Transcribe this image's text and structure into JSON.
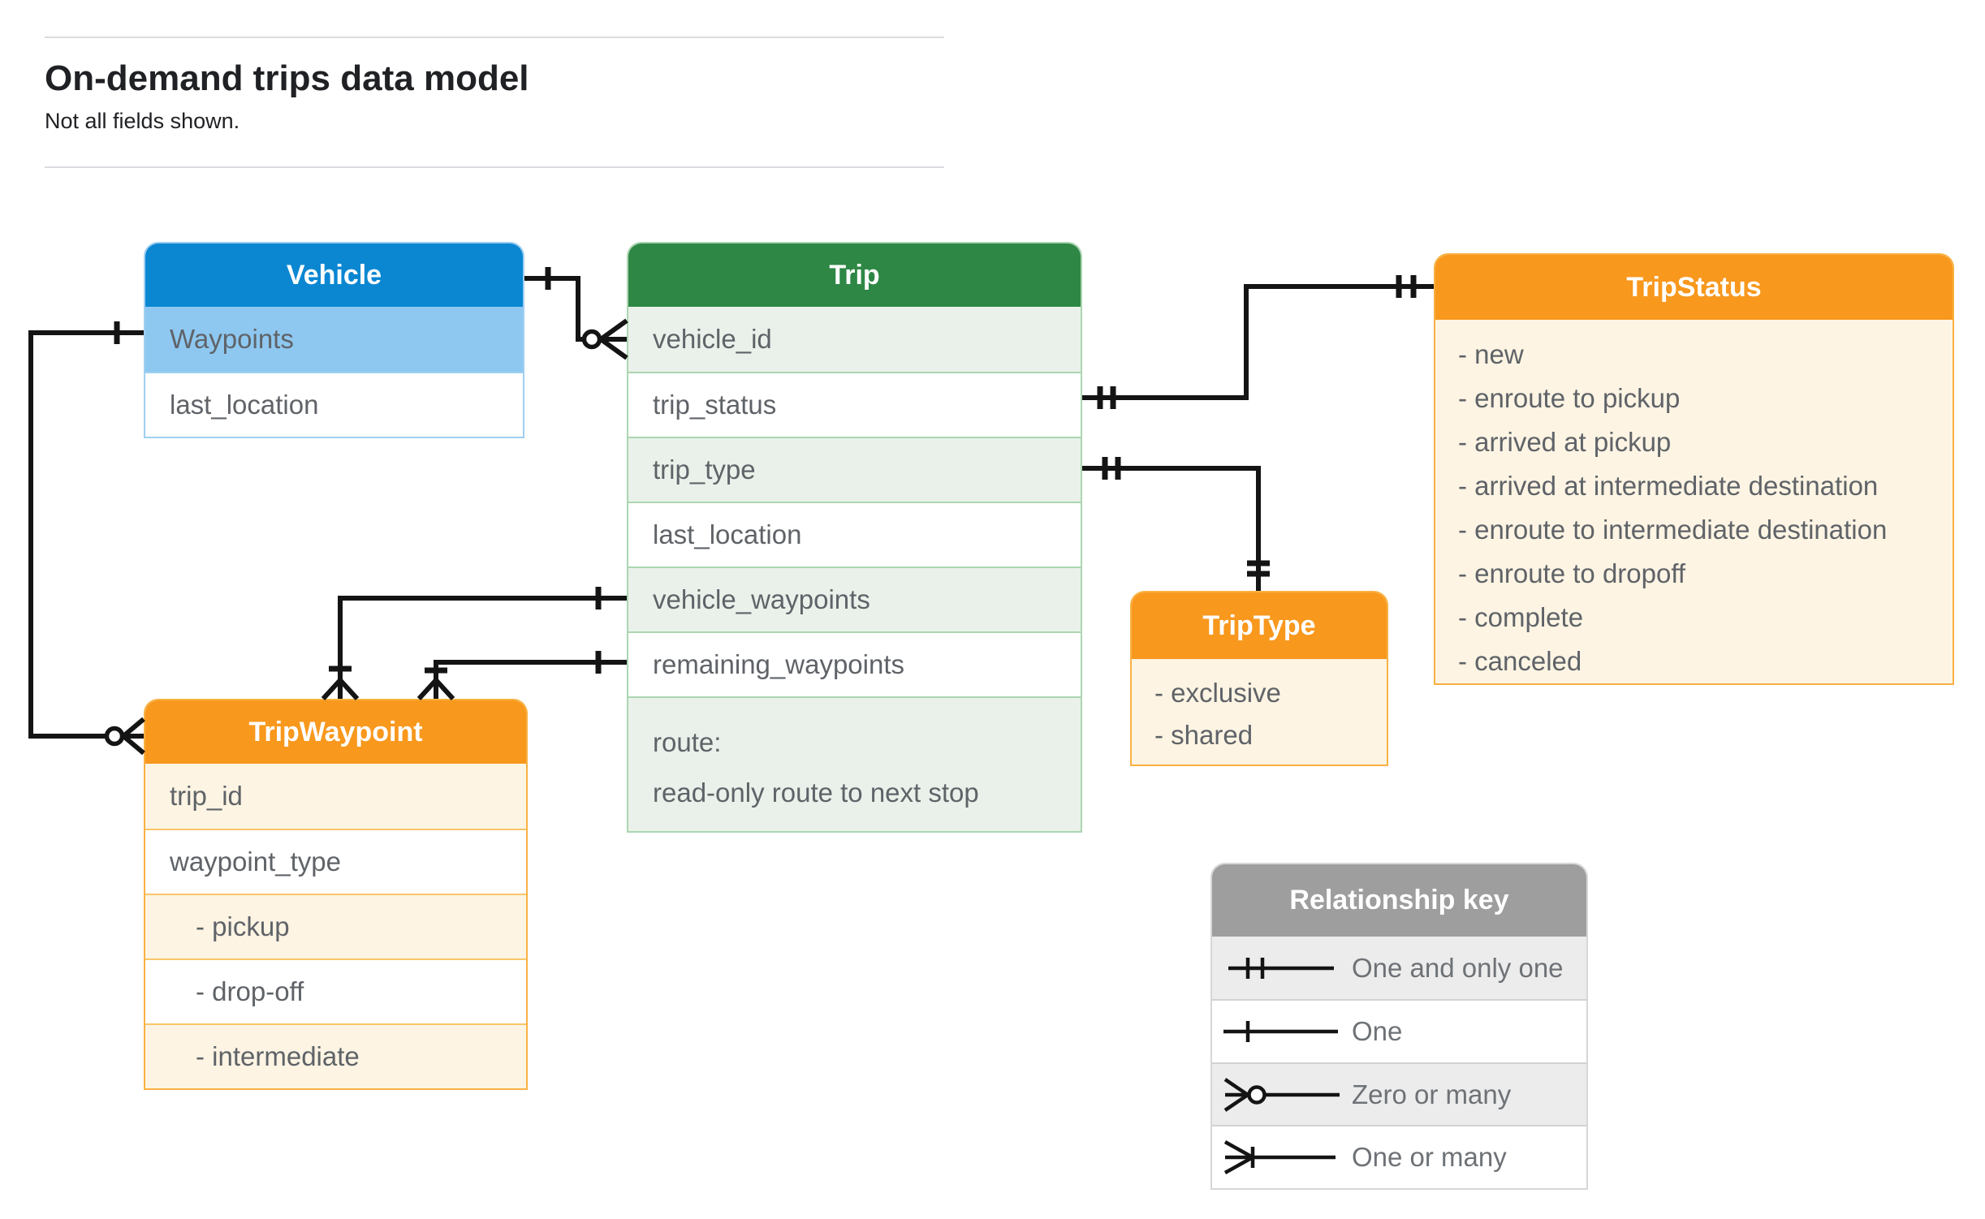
{
  "page": {
    "title": "On-demand trips data model",
    "subtitle": "Not all fields shown."
  },
  "entities": {
    "vehicle": {
      "title": "Vehicle",
      "fields": [
        "Waypoints",
        "last_location"
      ]
    },
    "trip": {
      "title": "Trip",
      "fields": [
        "vehicle_id",
        "trip_status",
        "trip_type",
        "last_location",
        "vehicle_waypoints",
        "remaining_waypoints"
      ],
      "route_field": {
        "name": "route:",
        "description": "read-only route to next stop"
      }
    },
    "trip_status": {
      "title": "TripStatus",
      "values": [
        "- new",
        "- enroute to pickup",
        "- arrived at pickup",
        "- arrived at intermediate destination",
        "- enroute to intermediate destination",
        "- enroute to dropoff",
        "- complete",
        "- canceled"
      ]
    },
    "trip_type": {
      "title": "TripType",
      "values": [
        "- exclusive",
        "- shared"
      ]
    },
    "trip_waypoint": {
      "title": "TripWaypoint",
      "fields": [
        "trip_id",
        "waypoint_type"
      ],
      "values": [
        "- pickup",
        "- drop-off",
        "- intermediate"
      ]
    }
  },
  "legend": {
    "title": "Relationship key",
    "entries": [
      {
        "symbol": "one-and-only-one",
        "label": "One and only one"
      },
      {
        "symbol": "one",
        "label": "One"
      },
      {
        "symbol": "zero-or-many",
        "label": "Zero or many"
      },
      {
        "symbol": "one-or-many",
        "label": "One or many"
      }
    ]
  },
  "colors": {
    "blue_header": "#0b87d2",
    "blue_row": "#8ec8f1",
    "green_header": "#2e8745",
    "green_row": "#e9f1ea",
    "orange_header": "#f8981d",
    "orange_row": "#fdf4e3",
    "key_header": "#9e9e9e",
    "field_text": "#5f6368",
    "connector": "#141414"
  }
}
